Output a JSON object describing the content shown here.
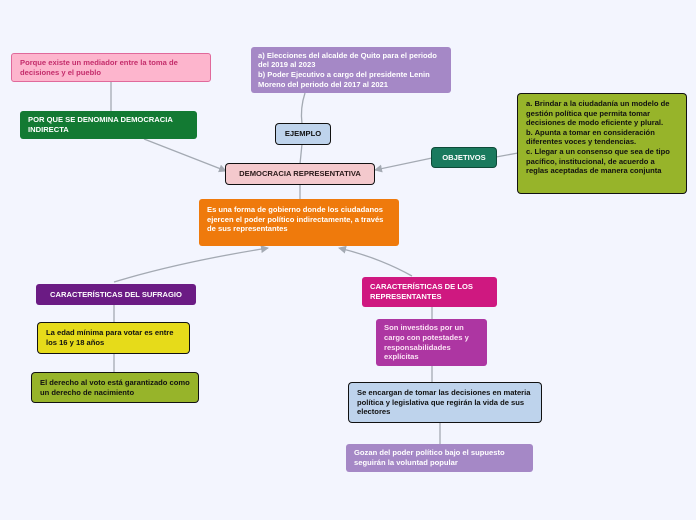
{
  "nodes": {
    "central": "DEMOCRACIA REPRESENTATIVA",
    "definition": "Es una forma de gobierno donde los ciudadanos ejercen el poder político indirectamente, a través de sus representantes",
    "why_indirect": "POR QUE SE DENOMINA DEMOCRACIA INDIRECTA",
    "mediator": "Porque existe un mediador entre la toma de decisiones y el pueblo",
    "example_label": "EJEMPLO",
    "example_text": "a) Elecciones del alcalde de Quito para el periodo del 2019 al 2023\nb) Poder Ejecutivo a cargo del presidente Lenin Moreno del periodo del 2017 al 2021",
    "objectives_label": "OBJETIVOS",
    "objectives_text": "a. Brindar a la ciudadanía un modelo de gestión política que permita tomar decisiones de modo eficiente y plural.\nb. Apunta a tomar en consideración diferentes voces y tendencias.\nc. Llegar a un consenso que sea de tipo pacífico, institucional, de acuerdo a reglas aceptadas de manera conjunta",
    "suffrage_label": "CARACTERÍSTICAS DEL SUFRAGIO",
    "min_age": "La edad mínima para votar es entre los 16 y 18 años",
    "birth_right": "El derecho al voto está garantizado como un derecho de nacimiento",
    "reps_label": "CARACTERÍSTICAS DE LOS REPRESENTANTES",
    "invested": "Son investidos por un cargo con potestades y responsabilidades explícitas",
    "decisions": "Se encargan de tomar las decisiones en materia política y legislativa que regirán la vida de sus electores",
    "power": "Gozan del poder político bajo el supuesto seguirán la voluntad popular"
  },
  "colors": {
    "background": "#f3f5fe",
    "central_bg": "#f4c9cd",
    "definition_bg": "#ef7a0c",
    "dark_green": "#137a33",
    "pink": "#fdb5cd",
    "pink_text": "#c42d6b",
    "light_blue": "#bed3ec",
    "lavender": "#a588c6",
    "teal": "#1a7a5e",
    "olive": "#97b42a",
    "dark_purple": "#6b1b84",
    "yellow": "#e6db1a",
    "magenta": "#cf1880",
    "purple": "#ad36a2",
    "link_gray": "#a4aab3"
  }
}
